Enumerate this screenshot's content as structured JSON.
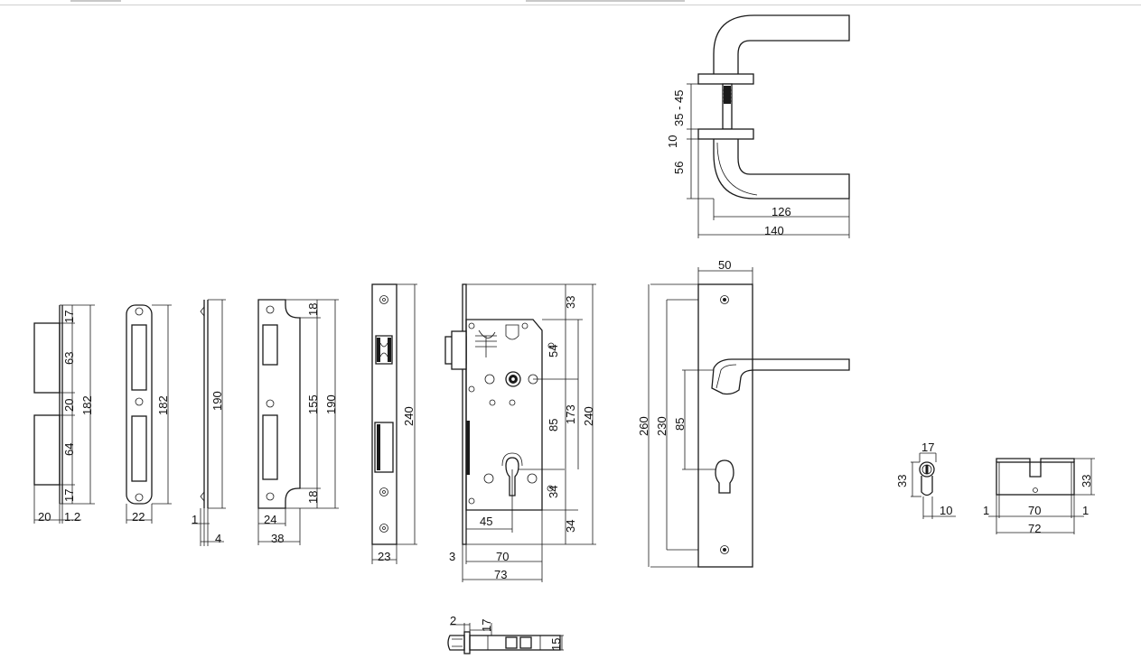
{
  "handle": {
    "d_35_45": "35 - 45",
    "d_10": "10",
    "d_56": "56",
    "d_126": "126",
    "d_140": "140"
  },
  "strike1": {
    "d_17a": "17",
    "d_63": "63",
    "d_20": "20",
    "d_64": "64",
    "d_17b": "17",
    "d_182": "182",
    "d_20w": "20",
    "d_1_2": "1.2"
  },
  "strike2": {
    "d_182": "182",
    "d_22": "22"
  },
  "strike3": {
    "d_190": "190",
    "d_1": "1",
    "d_4": "4"
  },
  "strike4": {
    "d_18a": "18",
    "d_155": "155",
    "d_190": "190",
    "d_18b": "18",
    "d_24": "24",
    "d_38": "38"
  },
  "faceplate": {
    "d_240": "240",
    "d_23": "23"
  },
  "lockcase": {
    "d_33": "33",
    "d_54": "54",
    "d_85": "85",
    "d_173": "173",
    "d_240": "240",
    "d_34a": "34",
    "d_34b": "34",
    "d_45": "45",
    "d_3": "3",
    "d_70": "70",
    "d_73": "73"
  },
  "bolt": {
    "d_2": "2",
    "d_17": "17",
    "d_15": "15"
  },
  "backplate": {
    "d_50": "50",
    "d_260": "260",
    "d_230": "230",
    "d_85": "85"
  },
  "cylinder_side": {
    "d_17": "17",
    "d_33": "33",
    "d_10": "10"
  },
  "cylinder": {
    "d_33": "33",
    "d_1a": "1",
    "d_70": "70",
    "d_1b": "1",
    "d_72": "72"
  }
}
